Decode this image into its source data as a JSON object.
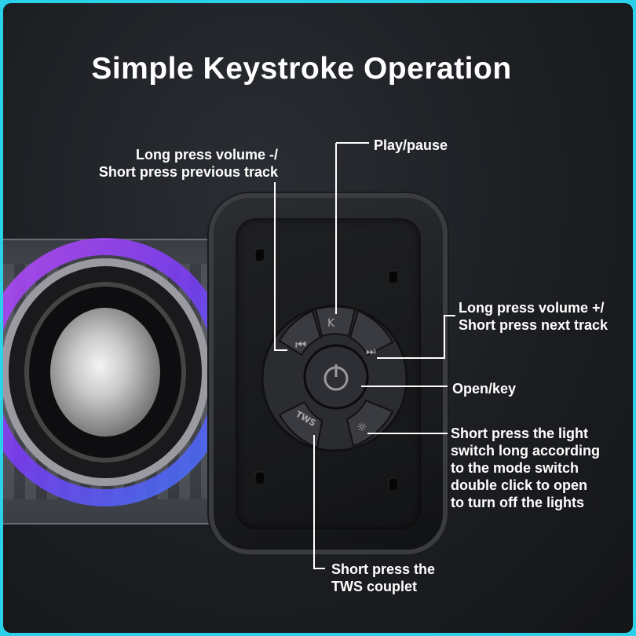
{
  "title": "Simple Keystroke Operation",
  "labels": {
    "prev": [
      "Long press volume -/",
      "Short press previous track"
    ],
    "play": "Play/pause",
    "next": [
      "Long press volume +/",
      "Short press next track"
    ],
    "power": "Open/key",
    "light": [
      "Short press the light",
      "switch long according",
      "to the mode switch",
      "double click to open",
      "to turn off the lights"
    ],
    "tws": [
      "Short press the",
      "TWS couplet"
    ]
  },
  "buttons": {
    "tws_text": "TWS"
  },
  "colors": {
    "frame_border": "#2ad1e8",
    "ring_purple": "#8a3cff",
    "ring_magenta": "#e040ff",
    "ring_blue": "#3c7bff"
  },
  "icons": [
    "skip-previous-icon",
    "skip-next-icon",
    "power-icon",
    "light-icon",
    "play-pause-icon"
  ]
}
